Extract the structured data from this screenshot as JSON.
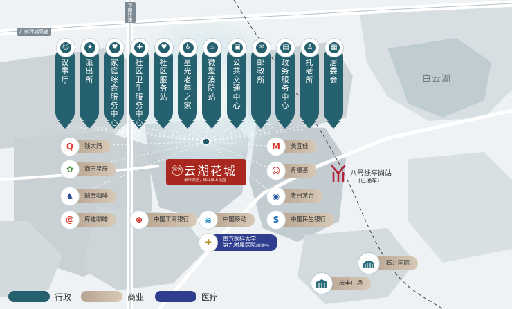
{
  "roads": {
    "highway_top": "广州环城高速",
    "highway_vertical": "华南快速"
  },
  "lake": "白云湖",
  "brand": {
    "logo_text": "越秀",
    "name": "云湖花城",
    "slogan": "都市湖居，珠江岸上花园"
  },
  "admin_pois": [
    {
      "label": "议事厅",
      "icon": "people-icon"
    },
    {
      "label": "派出所",
      "icon": "police-icon"
    },
    {
      "label": "家庭综合服务中心",
      "icon": "family-icon"
    },
    {
      "label": "社区卫生服务中心",
      "icon": "medical-kit-icon"
    },
    {
      "label": "社区服务站",
      "icon": "heart-hands-icon"
    },
    {
      "label": "星光老年之家",
      "icon": "elderly-icon"
    },
    {
      "label": "微型消防站",
      "icon": "fire-extinguisher-icon"
    },
    {
      "label": "公共交通中心",
      "icon": "bus-icon"
    },
    {
      "label": "邮政所",
      "icon": "mail-icon"
    },
    {
      "label": "政务服务中心",
      "icon": "government-icon"
    },
    {
      "label": "托老所",
      "icon": "cane-icon"
    },
    {
      "label": "居委会",
      "icon": "building-icon"
    }
  ],
  "commerce_left": [
    {
      "label": "钱大妈",
      "icon": "qiandama-logo",
      "color": "#e03b2f"
    },
    {
      "label": "海王星辰",
      "icon": "neptune-logo",
      "color": "#3d8a3a"
    },
    {
      "label": "瑞幸咖啡",
      "icon": "luckin-logo",
      "color": "#1f3c8f"
    },
    {
      "label": "库迪咖啡",
      "icon": "cotti-logo",
      "color": "#d63a2c"
    },
    {
      "label": "中国工商银行",
      "icon": "icbc-logo",
      "color": "#c8261d"
    },
    {
      "label": "中国移动",
      "icon": "china-mobile-logo",
      "color": "#1c8ac9"
    }
  ],
  "commerce_right": [
    {
      "label": "美宜佳",
      "icon": "meiyijia-logo",
      "color": "#d8342a"
    },
    {
      "label": "肯德基",
      "icon": "kfc-logo",
      "color": "#b5231d"
    },
    {
      "label": "贵州茅台",
      "icon": "moutai-logo",
      "color": "#1d4fa0"
    },
    {
      "label": "中国民生银行",
      "icon": "cmbc-logo",
      "color": "#1b6fb8"
    }
  ],
  "medical": {
    "line1": "南方医科大学",
    "line2": "第九附属医院",
    "sub": "(筹建中)",
    "icon": "hospital-logo"
  },
  "metro": {
    "name": "八号线亭岗站",
    "note": "(已通车)",
    "color": "#b5223a"
  },
  "buildings": [
    {
      "label": "石井国际",
      "icon": "stadium-icon"
    },
    {
      "label": "庆丰广场",
      "icon": "mall-icon"
    }
  ],
  "legend": [
    {
      "label": "行政",
      "color": "#24606d"
    },
    {
      "label": "商业",
      "color": "#c2ad96"
    },
    {
      "label": "医疗",
      "color": "#2f3d8e"
    }
  ]
}
